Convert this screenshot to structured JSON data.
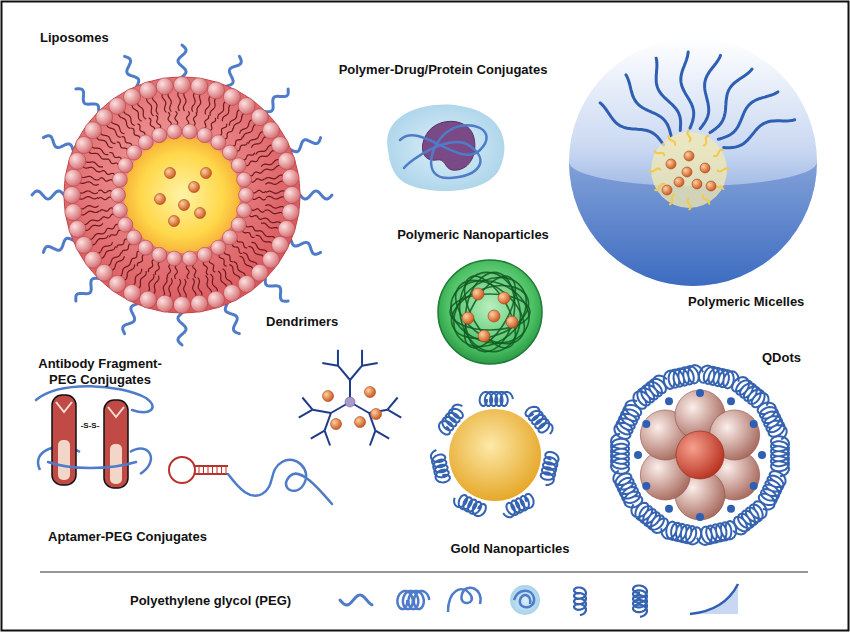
{
  "diagram": {
    "labels": [
      "Liposomes",
      "Polymer-Drug/Protein Conjugates",
      "Polymeric Micelles",
      "Polymeric Nanoparticles",
      "Dendrimers",
      "Antibody Fragment-PEG Conjugates",
      "-S-S-",
      "QDots",
      "Aptamer-PEG Conjugates",
      "Gold Nanoparticles"
    ],
    "legend": [
      {
        "text": "Polyethylene glycol (PEG)"
      }
    ]
  }
}
